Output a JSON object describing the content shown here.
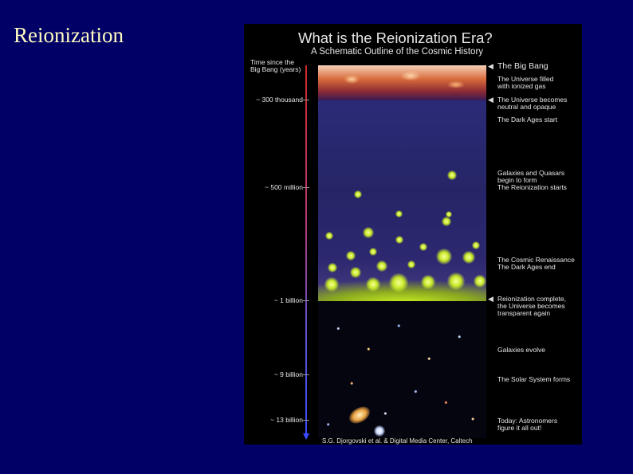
{
  "slide": {
    "title": "Reionization"
  },
  "figure": {
    "title": "What is the Reionization Era?",
    "subtitle": "A Schematic Outline of the Cosmic History",
    "axis_title": [
      "Time since the",
      "Big Bang (years)"
    ],
    "time_labels": [
      "~ 300 thousand",
      "~ 500 million",
      "~ 1 billion",
      "~ 9 billion",
      "~ 13 billion"
    ],
    "events": [
      [
        "The Big Bang"
      ],
      [
        "The Universe filled",
        "with ionized gas"
      ],
      [
        "The Universe becomes",
        "neutral and opaque"
      ],
      [
        "The Dark Ages start"
      ],
      [
        "Galaxies and Quasars",
        "begin to form",
        "The Reionization starts"
      ],
      [
        "The Cosmic Renaissance",
        "The Dark Ages end"
      ],
      [
        "Reionization complete,",
        "the Universe becomes",
        "transparent again"
      ],
      [
        "Galaxies evolve"
      ],
      [
        "The Solar System forms"
      ],
      [
        "Today: Astronomers",
        "figure it all out!"
      ]
    ],
    "credit": "S.G. Djorgovski et al. & Digital Media Center, Caltech"
  }
}
